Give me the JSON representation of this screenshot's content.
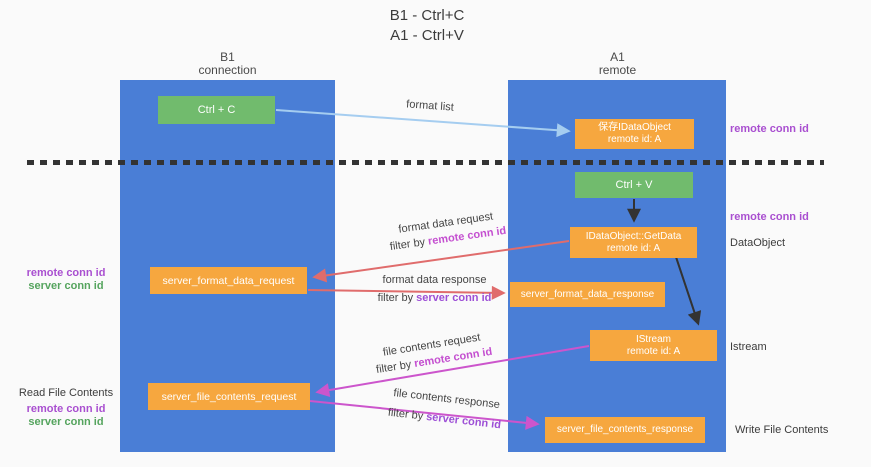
{
  "title": {
    "line1": "B1 - Ctrl+C",
    "line2": "A1 - Ctrl+V"
  },
  "lanes": {
    "left": {
      "title": "B1",
      "subtitle": "connection"
    },
    "right": {
      "title": "A1",
      "subtitle": "remote"
    }
  },
  "nodes": {
    "ctrl_c": {
      "label": "Ctrl + C"
    },
    "ctrl_v": {
      "label": "Ctrl + V"
    },
    "save_dataobject": {
      "line1": "保存IDataObject",
      "line2": "remote id: A"
    },
    "getdata": {
      "line1": "IDataObject::GetData",
      "line2": "remote id: A"
    },
    "istream": {
      "line1": "IStream",
      "line2": "remote id: A"
    },
    "server_format_data_request": {
      "label": "server_format_data_request"
    },
    "server_format_data_response": {
      "label": "server_format_data_response"
    },
    "server_file_contents_request": {
      "label": "server_file_contents_request"
    },
    "server_file_contents_response": {
      "label": "server_file_contents_response"
    }
  },
  "annotations": {
    "left_format": {
      "remote": "remote conn id",
      "server": "server conn id"
    },
    "left_file": {
      "title": "Read File Contents",
      "remote": "remote conn id",
      "server": "server conn id"
    },
    "right_save": "remote conn id",
    "right_paste": "remote conn id",
    "right_dataobject": "DataObject",
    "right_istream": "Istream",
    "right_write": "Write File Contents"
  },
  "edge_labels": {
    "format_list": "format list",
    "format_request": {
      "text": "format data request",
      "filter_prefix": "filter by ",
      "filter_key": "remote conn id"
    },
    "format_response": {
      "text": "format data response",
      "filter_prefix": "filter by ",
      "filter_key": "server conn id"
    },
    "file_request": {
      "text": "file contents request",
      "filter_prefix": "filter by ",
      "filter_key": "remote conn id"
    },
    "file_response": {
      "text": "file contents response",
      "filter_prefix": "filter by ",
      "filter_key": "server conn id"
    }
  },
  "colors": {
    "lane_blue": "#4a7ed6",
    "node_orange": "#f6a73f",
    "node_green": "#71bb6d",
    "label_purple": "#a94fd0",
    "label_green": "#55a45e",
    "arrow_red": "#e06c6c",
    "arrow_magenta": "#cc55cc",
    "arrow_light_blue": "#a5cdf0",
    "arrow_black": "#333333",
    "background": "#fafafa"
  }
}
